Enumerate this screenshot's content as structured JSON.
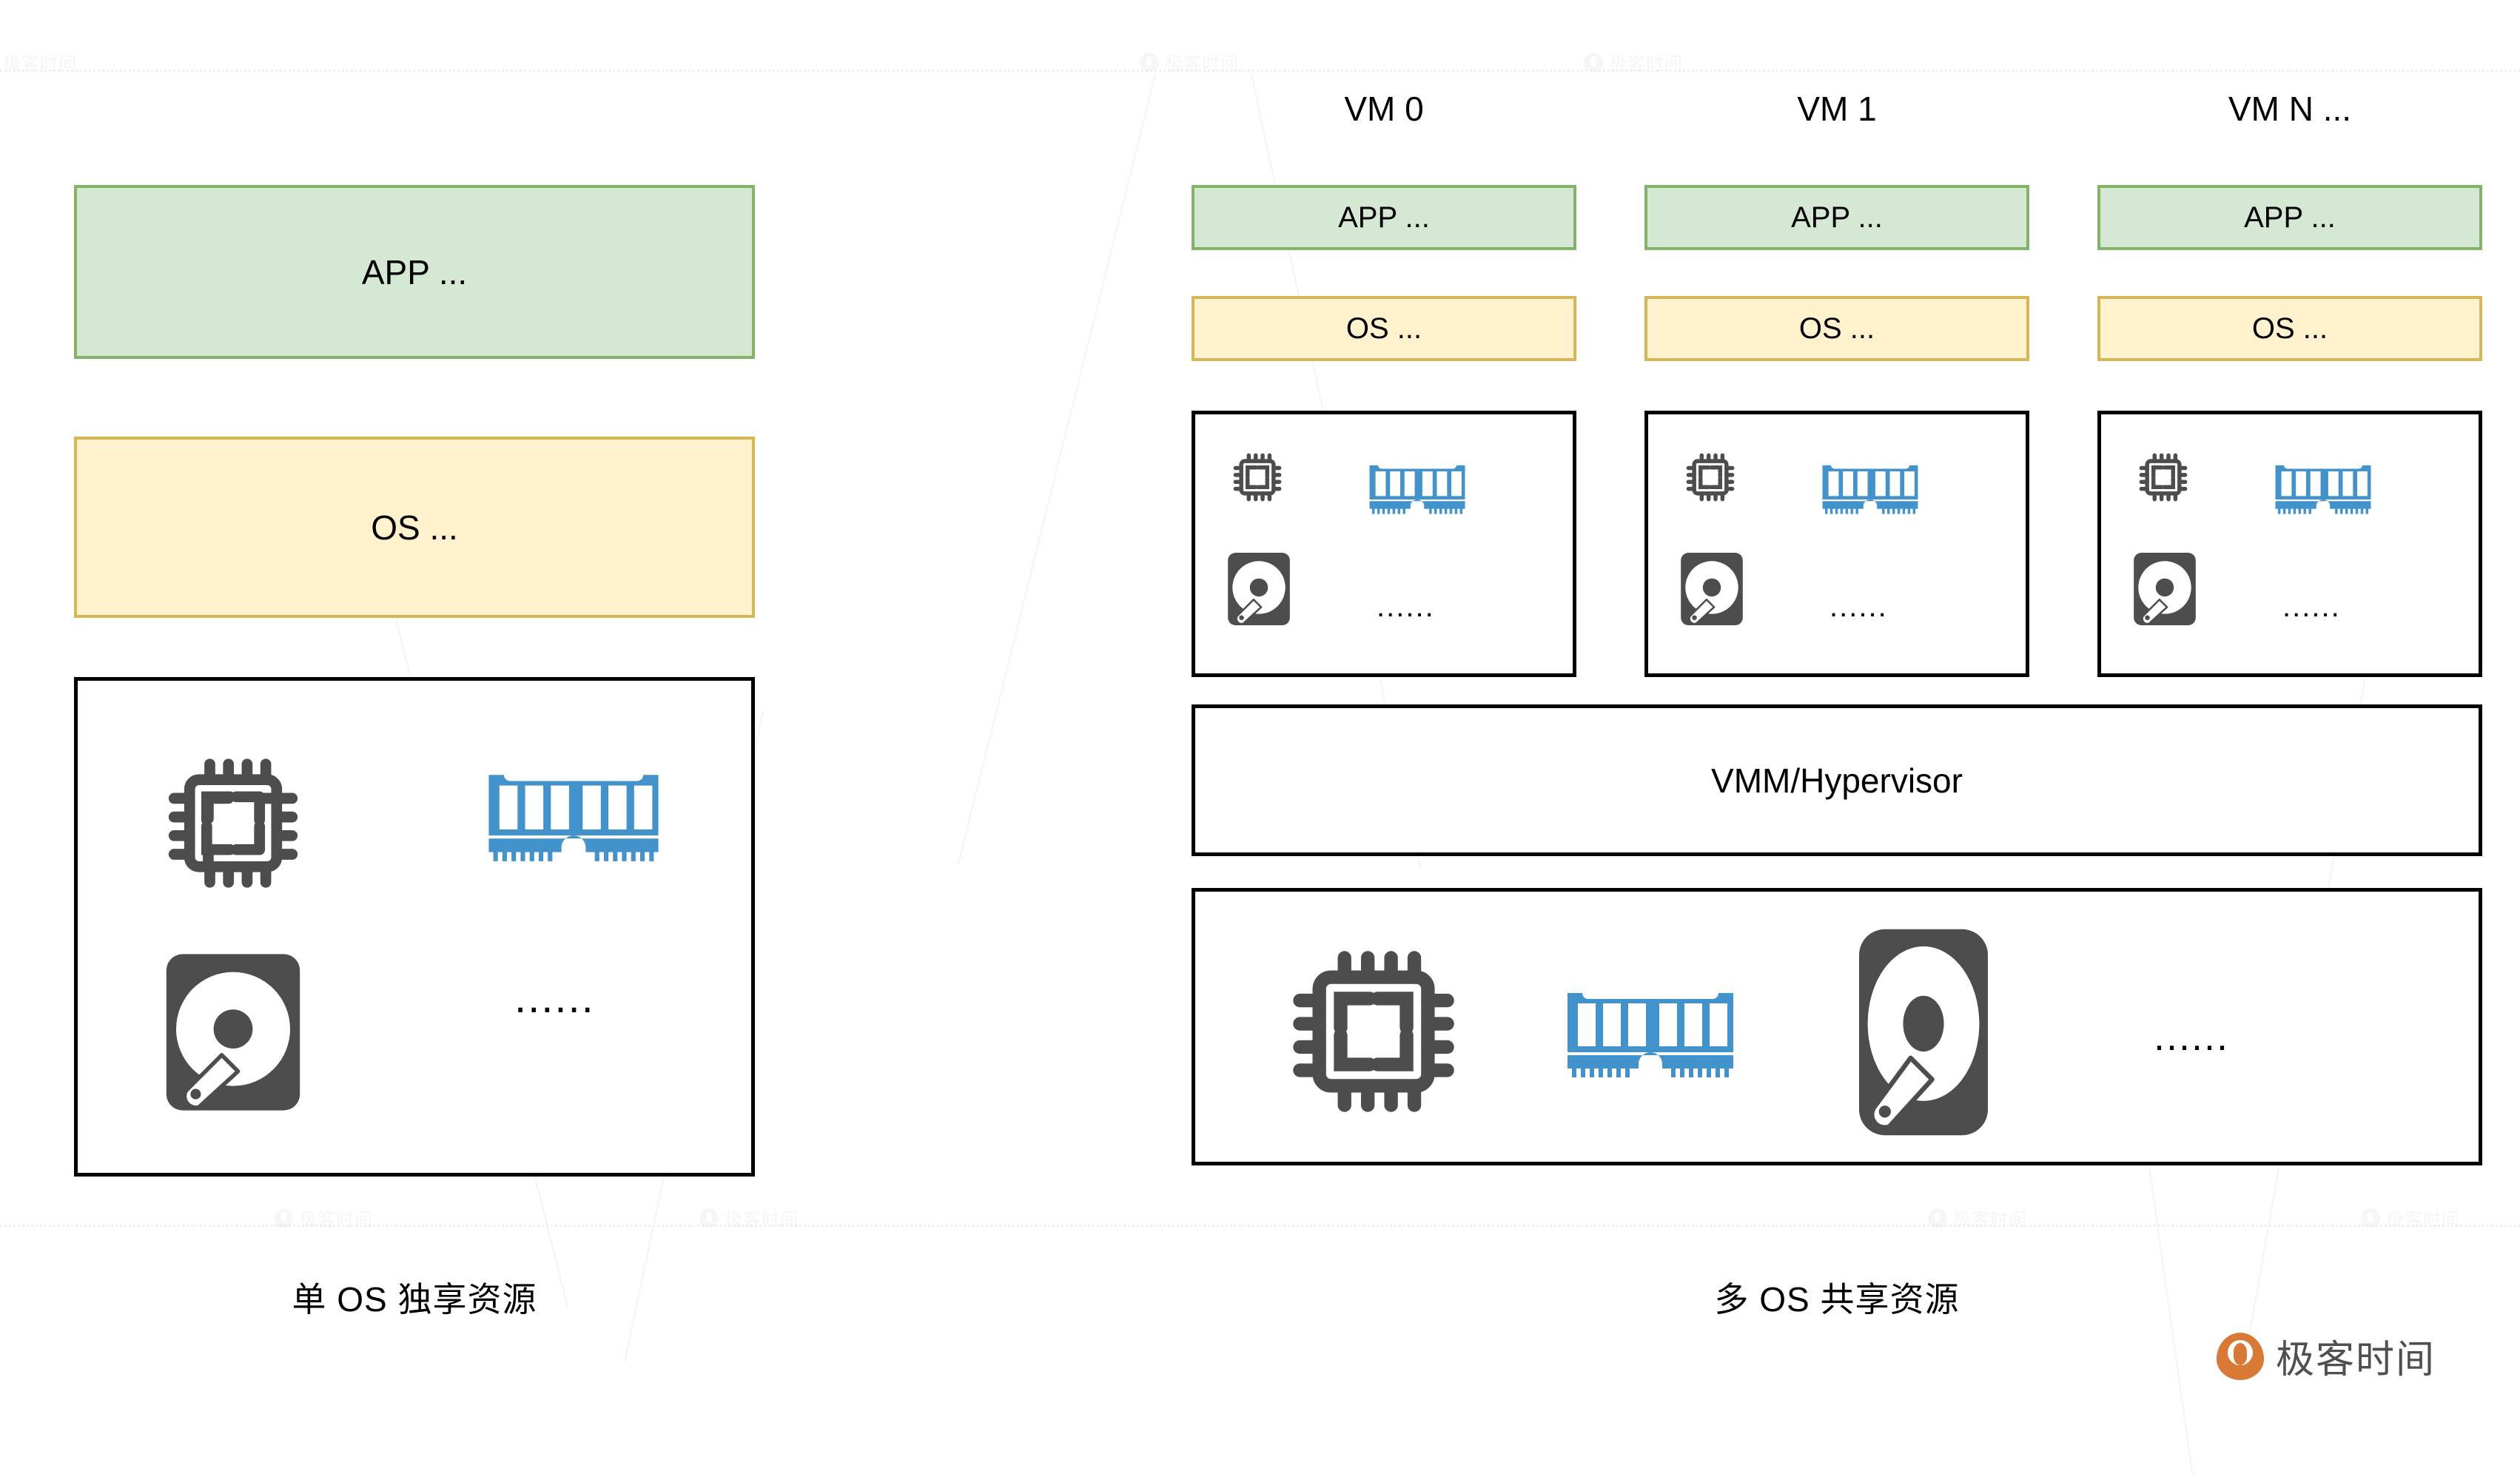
{
  "figure": {
    "title_left": "单 OS 独享资源",
    "title_right": "多 OS 共享资源"
  },
  "left_panel": {
    "caption": "单 OS 独享资源",
    "layers": [
      {
        "id": "app",
        "label": "APP ...",
        "kind": "app"
      },
      {
        "id": "os",
        "label": "OS ...",
        "kind": "os"
      },
      {
        "id": "hardware",
        "label": "",
        "kind": "hardware"
      }
    ],
    "hardware": {
      "icons": [
        "cpu-icon",
        "ram-icon",
        "hdd-icon"
      ],
      "ellipsis": "......"
    }
  },
  "right_panel": {
    "caption": "多 OS 共享资源",
    "vms": [
      {
        "title": "VM 0",
        "app_label": "APP ...",
        "os_label": "OS ...",
        "hardware": {
          "icons": [
            "cpu-icon",
            "ram-icon",
            "hdd-icon"
          ],
          "ellipsis": "......"
        }
      },
      {
        "title": "VM 1",
        "app_label": "APP ...",
        "os_label": "OS ...",
        "hardware": {
          "icons": [
            "cpu-icon",
            "ram-icon",
            "hdd-icon"
          ],
          "ellipsis": "......"
        }
      },
      {
        "title": "VM N ...",
        "app_label": "APP ...",
        "os_label": "OS ...",
        "hardware": {
          "icons": [
            "cpu-icon",
            "ram-icon",
            "hdd-icon"
          ],
          "ellipsis": "......"
        }
      }
    ],
    "hypervisor": {
      "label": "VMM/Hypervisor"
    },
    "shared_hardware": {
      "icons": [
        "cpu-icon",
        "ram-icon",
        "hdd-icon"
      ],
      "ellipsis": "......"
    }
  },
  "brand": {
    "name": "极客时间",
    "logo_icon": "geektime-logo-icon"
  },
  "watermark": {
    "text": "极客时间",
    "icon": "geektime-watermark-icon"
  },
  "colors": {
    "app_fill": "#d5e8d4",
    "app_border": "#82b366",
    "os_fill": "#fff2cc",
    "os_border": "#d6b656",
    "hardware_border": "#000000",
    "cpu": "#4d4d4d",
    "ram": "#4292cc",
    "hdd": "#4d4d4d",
    "brand_orange": "#d87a35",
    "background": "#ffffff"
  }
}
